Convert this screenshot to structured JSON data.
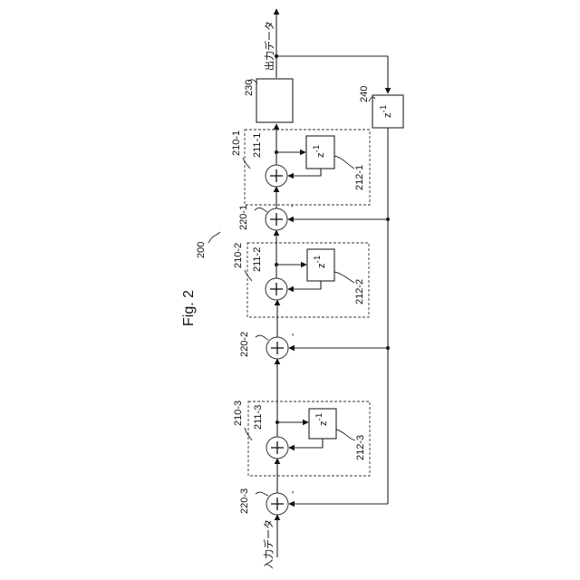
{
  "figure": {
    "title": "Fig. 2",
    "ref": "200",
    "input_label": "入力データ",
    "output_label": "出力データ"
  },
  "blocks": {
    "b230": "230",
    "b240": "240",
    "z240": "z",
    "z240_exp": "-1"
  },
  "integrators": [
    {
      "label": "210-1",
      "adder": "211-1",
      "delay": "212-1",
      "z": "z",
      "exp": "-1"
    },
    {
      "label": "210-2",
      "adder": "211-2",
      "delay": "212-2",
      "z": "z",
      "exp": "-1"
    },
    {
      "label": "210-3",
      "adder": "211-3",
      "delay": "212-3",
      "z": "z",
      "exp": "-1"
    }
  ],
  "subtractors": [
    {
      "label": "220-1",
      "sign": "-"
    },
    {
      "label": "220-2",
      "sign": "-"
    },
    {
      "label": "220-3",
      "sign": "-"
    }
  ]
}
